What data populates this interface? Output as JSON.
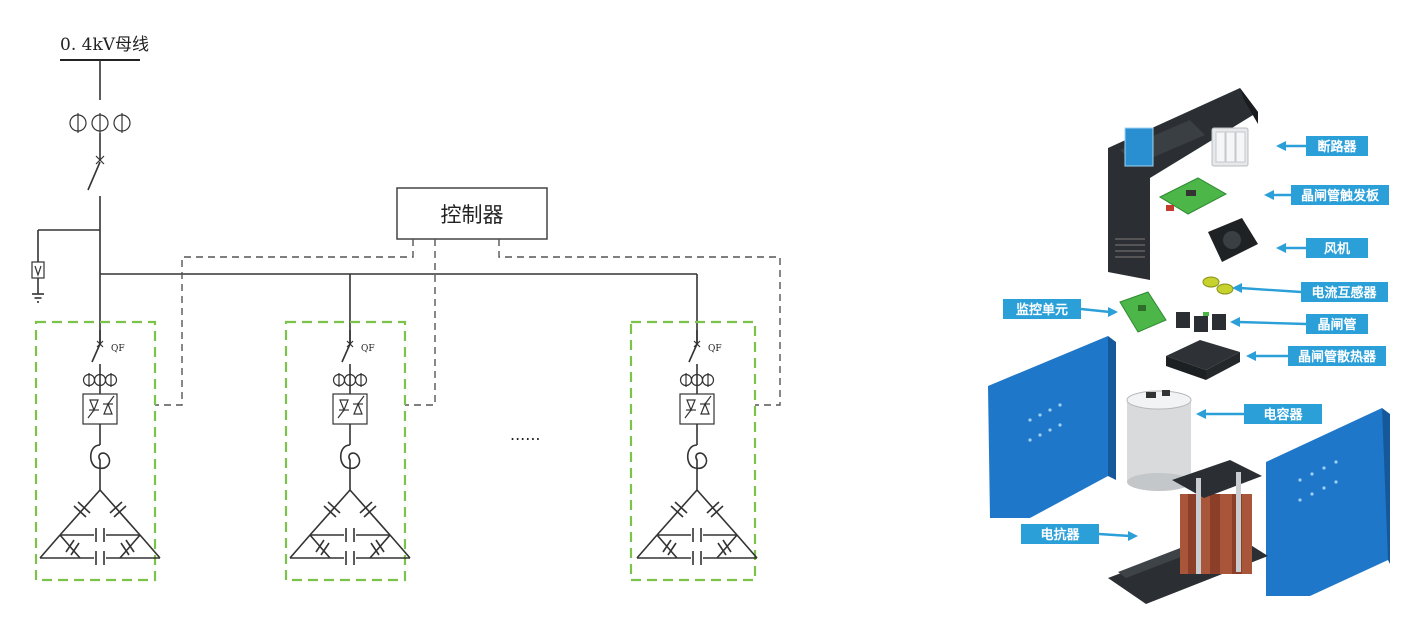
{
  "one_line": {
    "busbar_label": "0. 4kV母线",
    "controller_label": "控制器",
    "breaker_label": "QF",
    "ellipsis": "......"
  },
  "exploded": {
    "labels": {
      "breaker": "断路器",
      "trigger_board": "晶闸管触发板",
      "fan": "风机",
      "current_transformer": "电流互感器",
      "monitor_unit": "监控单元",
      "thyristor": "晶闸管",
      "heatsink": "晶闸管散热器",
      "capacitor": "电容器",
      "reactor": "电抗器"
    },
    "colors": {
      "label_blue": "#2a9fd8",
      "panel_blue": "#1f77c9",
      "frame_dark": "#2b2f33",
      "pcb_green": "#4cb648",
      "reactor_copper": "#a8553a"
    }
  }
}
